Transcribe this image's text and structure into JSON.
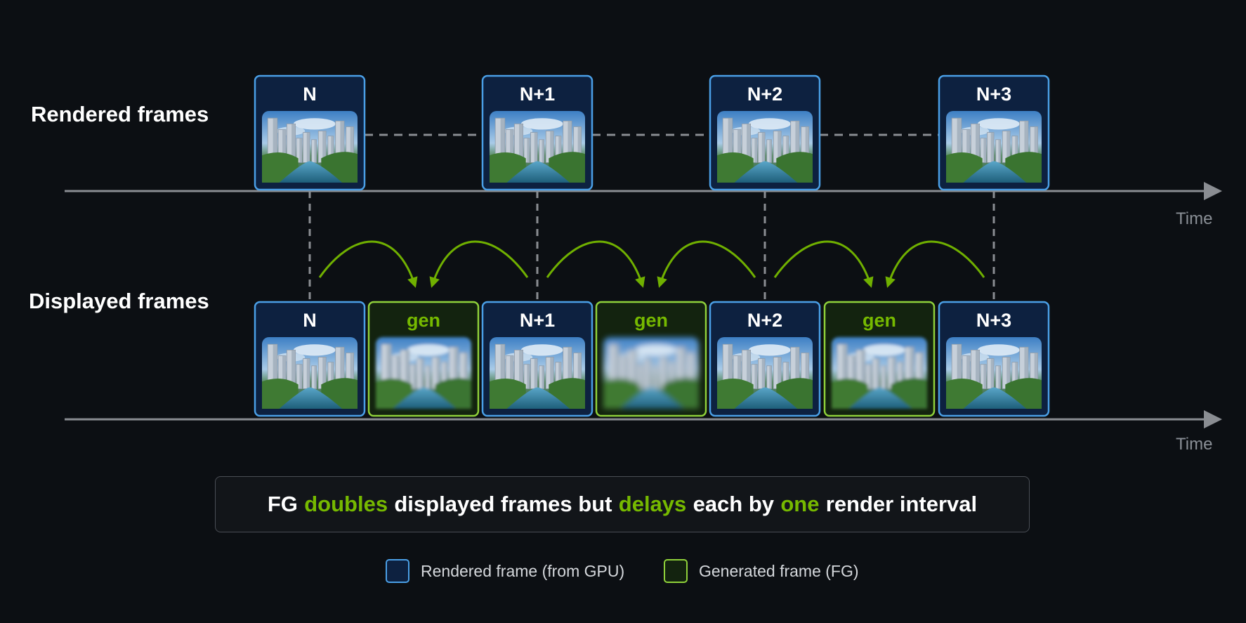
{
  "labels": {
    "rendered_row": "Rendered frames",
    "displayed_row": "Displayed frames",
    "time_axis": "Time"
  },
  "colors": {
    "background": "#0c0f13",
    "rendered_border": "#4a9fe6",
    "rendered_fill": "#0d2140",
    "generated_border": "#8fd13a",
    "generated_fill": "#13230f",
    "accent_green": "#76b900",
    "axis": "#8a8d92",
    "dashed": "#8a8d92"
  },
  "rendered_frames": [
    {
      "label": "N"
    },
    {
      "label": "N+1"
    },
    {
      "label": "N+2"
    },
    {
      "label": "N+3"
    }
  ],
  "displayed_frames": [
    {
      "label": "N",
      "kind": "rendered"
    },
    {
      "label": "gen",
      "kind": "generated"
    },
    {
      "label": "N+1",
      "kind": "rendered"
    },
    {
      "label": "gen",
      "kind": "generated"
    },
    {
      "label": "N+2",
      "kind": "rendered"
    },
    {
      "label": "gen",
      "kind": "generated"
    },
    {
      "label": "N+3",
      "kind": "rendered"
    }
  ],
  "caption": {
    "p1": "FG",
    "p2": "doubles",
    "p3": "displayed frames but",
    "p4": "delays",
    "p5": "each by",
    "p6": "one",
    "p7": "render interval"
  },
  "legend": {
    "rendered": "Rendered frame (from GPU)",
    "generated": "Generated frame (FG)"
  }
}
